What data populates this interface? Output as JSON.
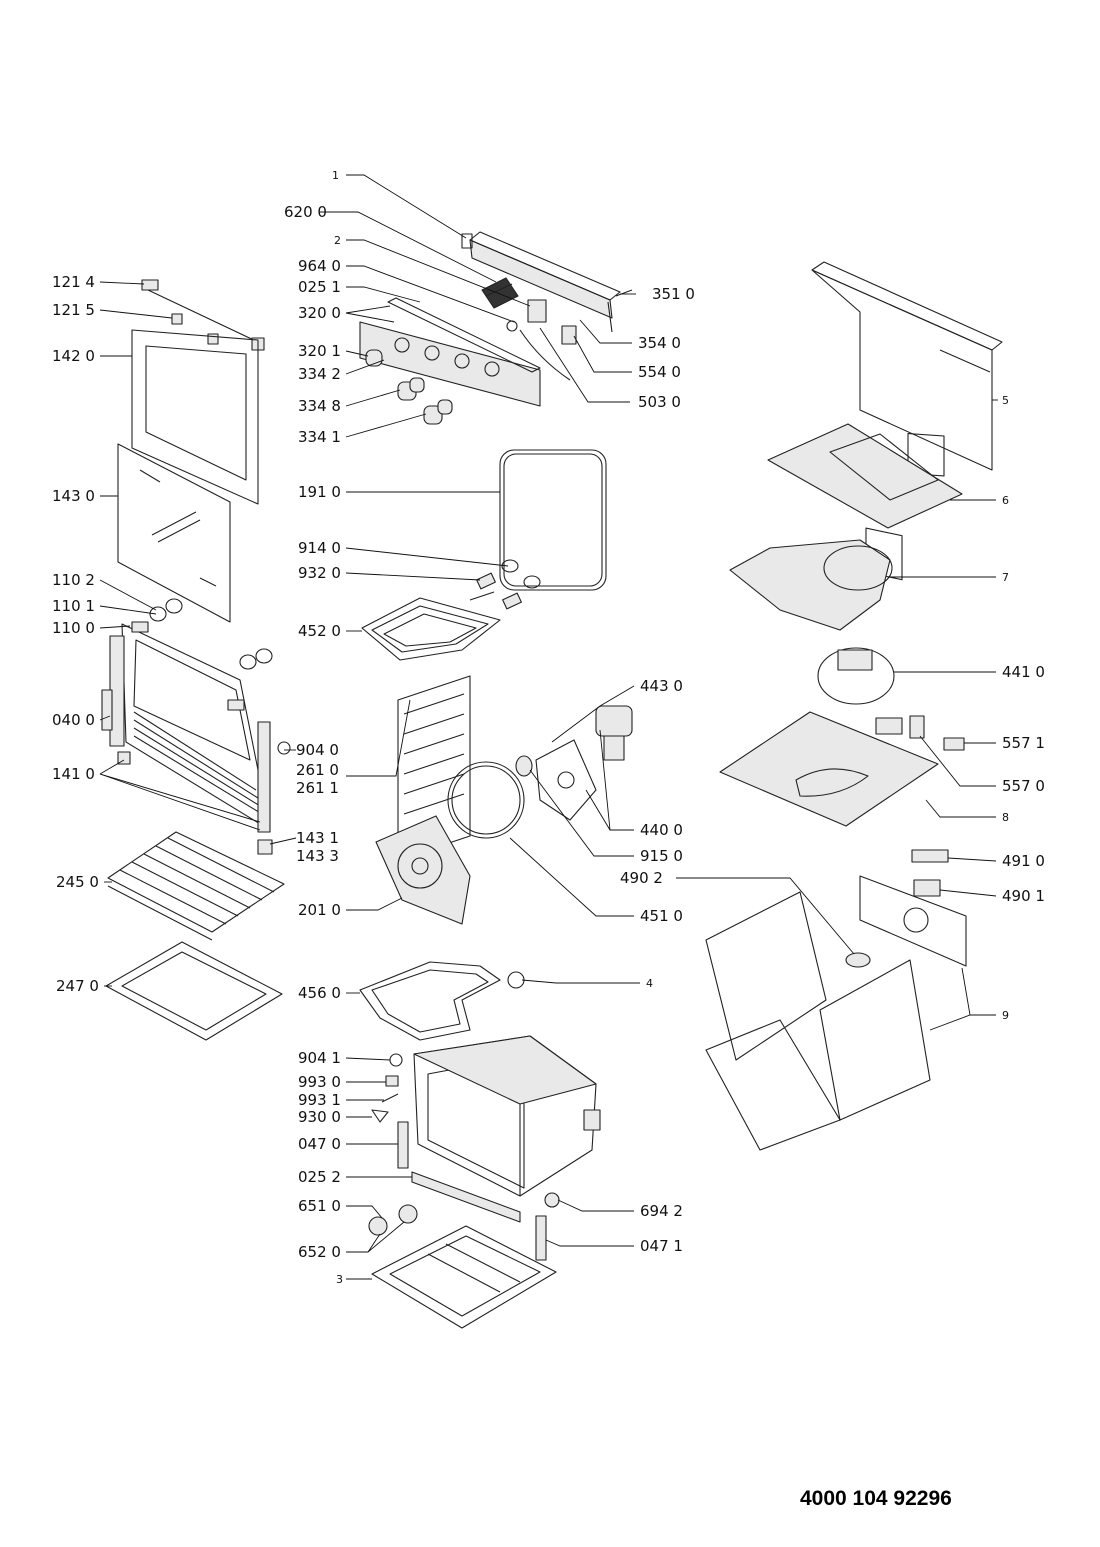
{
  "document_number": "4000 104 92296",
  "labels": {
    "l_1": "1",
    "l_620_0": "620 0",
    "l_2": "2",
    "l_964_0": "964 0",
    "l_025_1": "025 1",
    "l_320_0": "320 0",
    "l_320_1": "320 1",
    "l_334_2": "334 2",
    "l_334_8": "334 8",
    "l_334_1": "334 1",
    "l_351_0": "351 0",
    "l_354_0": "354 0",
    "l_554_0": "554 0",
    "l_503_0": "503 0",
    "l_121_4": "121 4",
    "l_121_5": "121 5",
    "l_142_0": "142 0",
    "l_143_0": "143 0",
    "l_110_2": "110 2",
    "l_110_1": "110 1",
    "l_110_0": "110 0",
    "l_040_0": "040 0",
    "l_141_0": "141 0",
    "l_904_0": "904 0",
    "l_143_1": "143 1",
    "l_143_3": "143 3",
    "l_245_0": "245 0",
    "l_247_0": "247 0",
    "l_191_0": "191 0",
    "l_914_0": "914 0",
    "l_932_0": "932 0",
    "l_452_0": "452 0",
    "l_261_0": "261 0",
    "l_261_1": "261 1",
    "l_201_0": "201 0",
    "l_456_0": "456 0",
    "l_4": "4",
    "l_443_0": "443 0",
    "l_440_0": "440 0",
    "l_915_0": "915 0",
    "l_451_0": "451 0",
    "l_904_1": "904 1",
    "l_993_0": "993 0",
    "l_993_1": "993 1",
    "l_930_0": "930 0",
    "l_047_0": "047 0",
    "l_025_2": "025 2",
    "l_651_0": "651 0",
    "l_652_0": "652 0",
    "l_3": "3",
    "l_694_2": "694 2",
    "l_047_1": "047 1",
    "l_5": "5",
    "l_6": "6",
    "l_7": "7",
    "l_441_0": "441 0",
    "l_557_1": "557 1",
    "l_557_0": "557 0",
    "l_8": "8",
    "l_491_0": "491 0",
    "l_490_2": "490 2",
    "l_490_1": "490 1",
    "l_9": "9"
  }
}
